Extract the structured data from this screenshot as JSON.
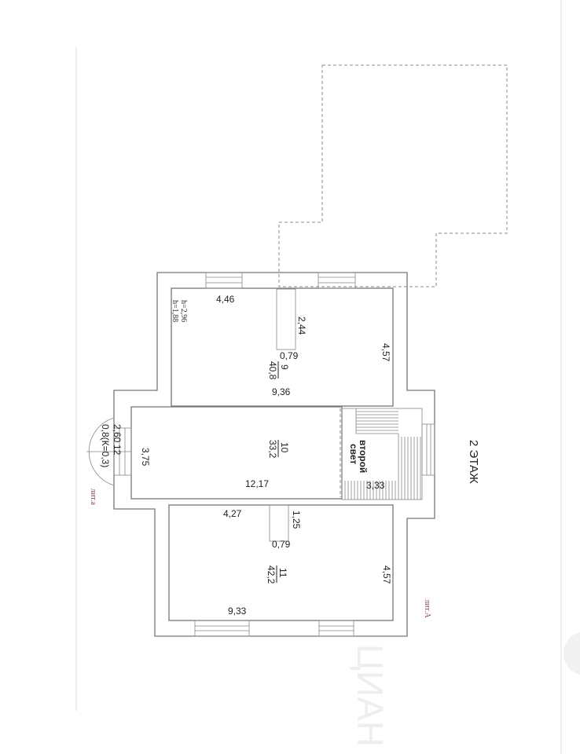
{
  "floor_title": "2 ЭТАЖ",
  "watermark": "ЦИАН",
  "labels": {
    "lit_a_small": "лит.а",
    "lit_a_big": "лит.А",
    "second_light_line1": "второй",
    "second_light_line2": "свет",
    "height_1": "h=2,96",
    "height_2": "h=1,88"
  },
  "rooms": [
    {
      "number": "9",
      "area": "40,8"
    },
    {
      "number": "10",
      "area": "33,2"
    },
    {
      "number": "11",
      "area": "42,2"
    },
    {
      "number": "12",
      "area": "2,60",
      "area_note": "0,8(К=0,3)"
    }
  ],
  "dimensions": {
    "r9_top": "4,46",
    "r9_column_len": "2,44",
    "r9_column_w": "0,79",
    "r9_right": "4,57",
    "r9_bottom": "9,36",
    "r10_left": "3,75",
    "r10_bottom": "12,17",
    "stair": "3,33",
    "r11_top": "4,27",
    "r11_column_len": "1,25",
    "r11_column_w": "0,79",
    "r11_right": "4,57",
    "r11_bottom": "9,33"
  }
}
